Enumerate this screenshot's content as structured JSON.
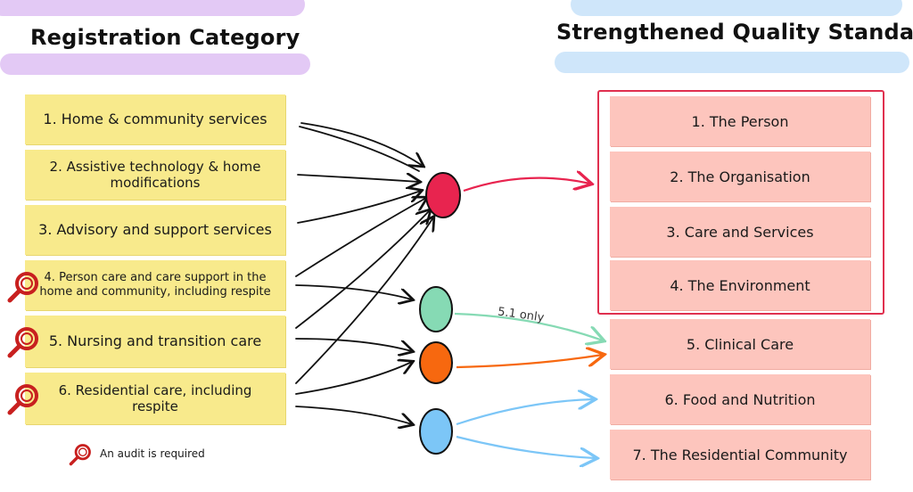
{
  "left": {
    "title": "Registration Category",
    "items": [
      {
        "label": "1. Home & community services",
        "audit": false
      },
      {
        "label": "2. Assistive technology & home modifications",
        "audit": false
      },
      {
        "label": "3. Advisory and support services",
        "audit": false
      },
      {
        "label": "4. Person care and care support in the home and community, including respite",
        "audit": true
      },
      {
        "label": "5. Nursing and transition care",
        "audit": true
      },
      {
        "label": "6. Residential care, including respite",
        "audit": true
      }
    ]
  },
  "right": {
    "title": "Strengthened Quality Standard",
    "items": [
      "1. The Person",
      "2. The Organisation",
      "3. Care and Services",
      "4. The Environment",
      "5. Clinical Care",
      "6. Food and Nutrition",
      "7. The Residential Community"
    ]
  },
  "note": "5.1 only",
  "legend": {
    "label": "An audit is required",
    "icon": "magnifier-icon"
  },
  "colors": {
    "left_box": "#f8ea8c",
    "right_box": "#fdc5bd",
    "frame": "#e0304f",
    "node_core": "#e8244f",
    "node_green": "#86dab4",
    "node_orange": "#f7680f",
    "node_blue": "#7cc6f7",
    "audit_icon": "#c8201f",
    "highlight_left": "#e3c9f5",
    "highlight_right": "#cfe6fa"
  }
}
